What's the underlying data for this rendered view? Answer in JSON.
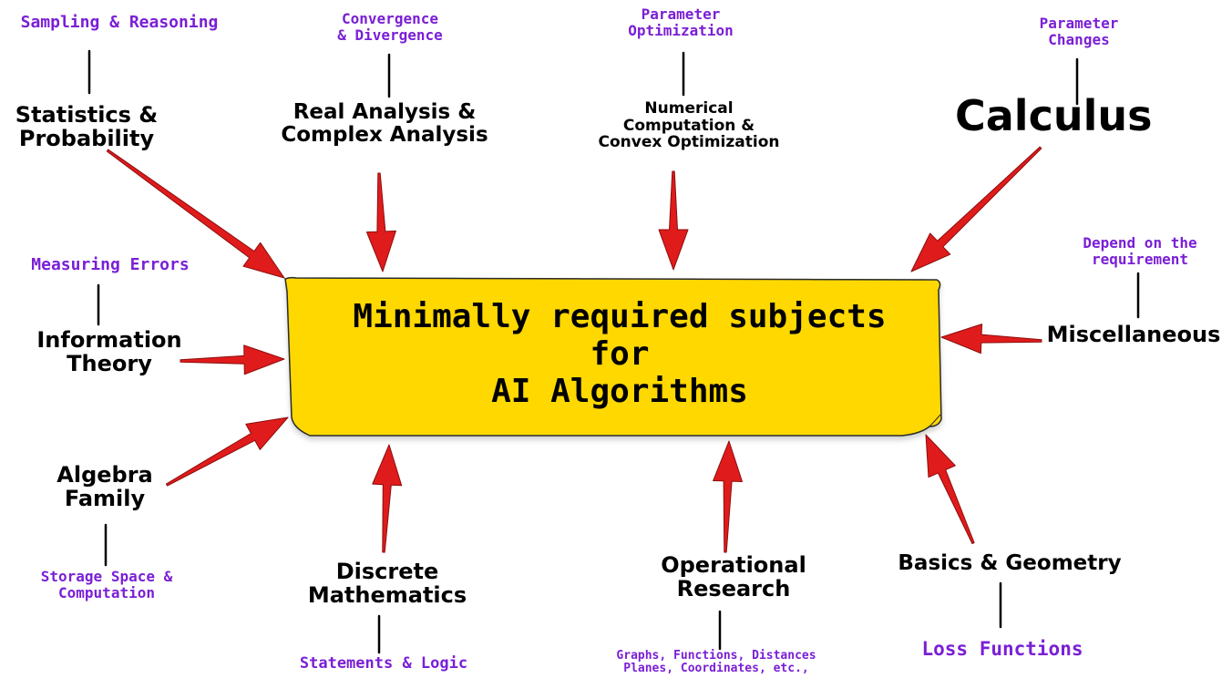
{
  "center": {
    "title": "Minimally required subjects\nfor\nAI Algorithms"
  },
  "subjects": {
    "statistics": "Statistics &\nProbability",
    "real_analysis": "Real Analysis &\nComplex Analysis",
    "numerical": "Numerical\nComputation  &\nConvex Optimization",
    "calculus": "Calculus",
    "information_theory": "Information\nTheory",
    "miscellaneous": "Miscellaneous",
    "algebra": "Algebra\nFamily",
    "discrete": "Discrete\nMathematics",
    "operational": "Operational\nResearch",
    "basics": "Basics & Geometry"
  },
  "notes": {
    "statistics": "Sampling & Reasoning",
    "real_analysis": "Convergence\n& Divergence",
    "numerical": "Parameter\nOptimization",
    "calculus": "Parameter\nChanges",
    "information_theory": "Measuring Errors",
    "miscellaneous": "Depend on the\nrequirement",
    "algebra": "Storage Space &\nComputation",
    "discrete": "Statements & Logic",
    "operational": "Graphs, Functions, Distances\nPlanes, Coordinates, etc.,",
    "basics": "Loss Functions"
  },
  "colors": {
    "box_fill": "#ffd800",
    "arrow": "#e01b1b",
    "note_text": "#7a1fd6",
    "subject_text": "#000000"
  }
}
